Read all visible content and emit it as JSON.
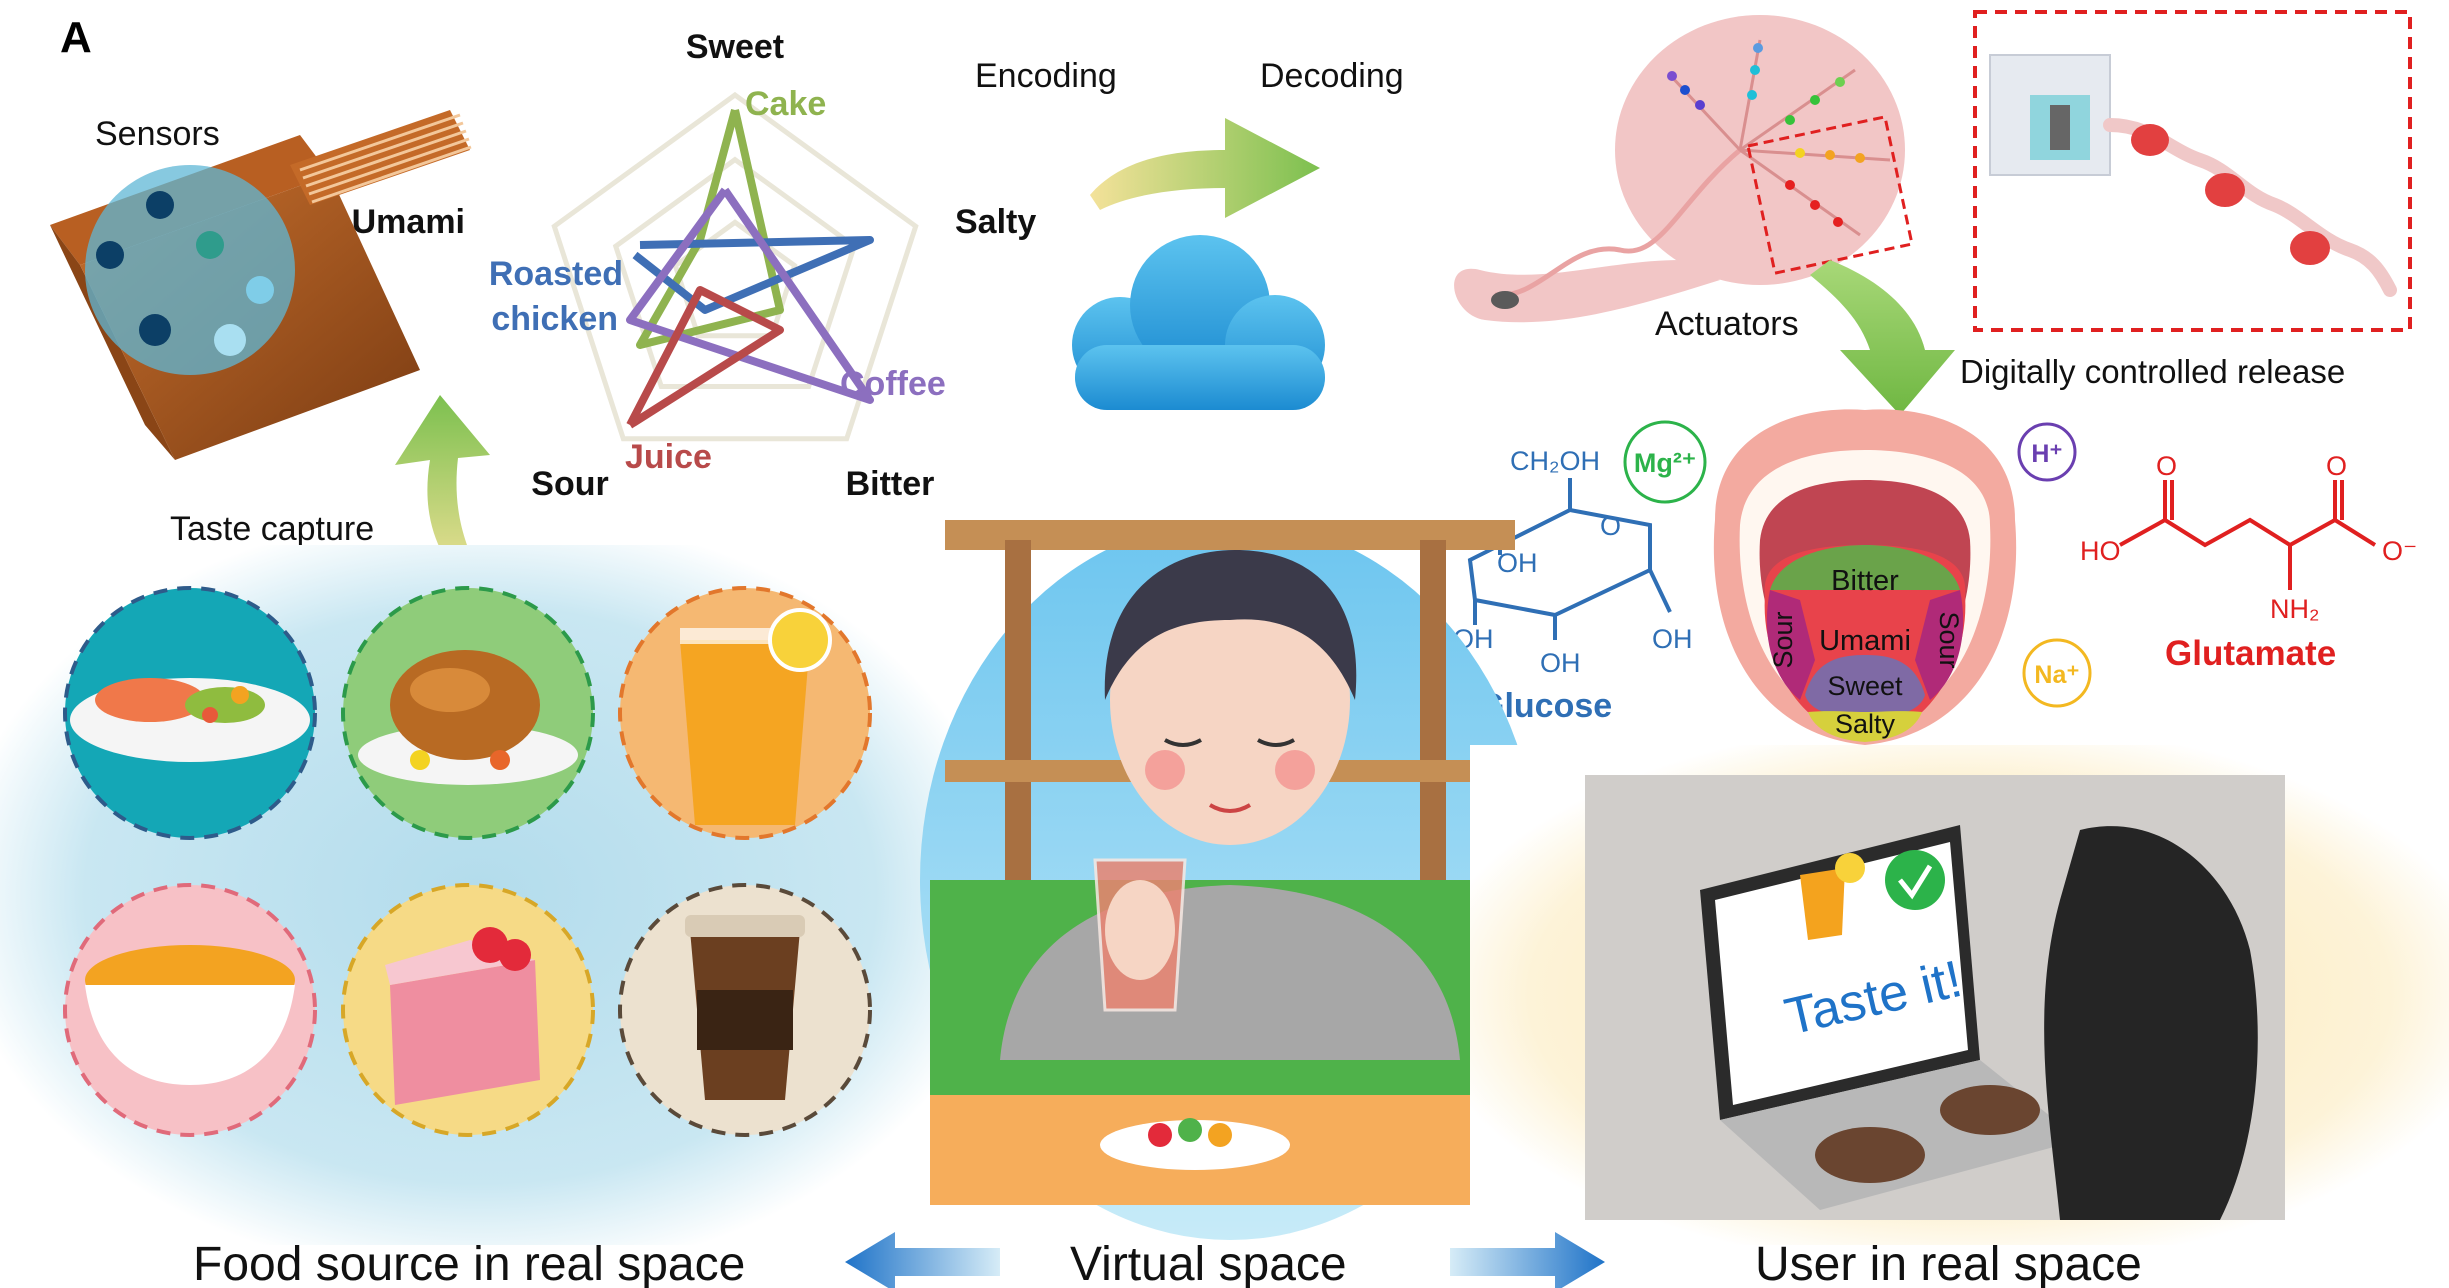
{
  "panel_label": "A",
  "sensors_label": "Sensors",
  "taste_capture_label": "Taste capture",
  "encoding_label": "Encoding",
  "decoding_label": "Decoding",
  "actuators_label": "Actuators",
  "release_label": "Digitally controlled release",
  "radar": {
    "axes": [
      "Sweet",
      "Salty",
      "Bitter",
      "Sour",
      "Umami"
    ],
    "series": [
      {
        "name": "Cake",
        "color": "#8fb34f"
      },
      {
        "name": "Roasted chicken",
        "color": "#3f6fb5"
      },
      {
        "name": "Coffee",
        "color": "#8c6fbf"
      },
      {
        "name": "Juice",
        "color": "#b84a4a"
      }
    ]
  },
  "tongue": {
    "bitter": "Bitter",
    "sour_left": "Sour",
    "sour_right": "Sour",
    "umami": "Umami",
    "sweet": "Sweet",
    "salty": "Salty"
  },
  "molecules": {
    "glucose_label": "Glucose",
    "glucose_ch2oh": "CH₂OH",
    "glucose_oh1": "OH",
    "glucose_oh2": "OH",
    "glucose_oh3": "OH",
    "glucose_oh4": "OH",
    "glucose_o": "O",
    "glutamate_label": "Glutamate",
    "glutamate_ho": "HO",
    "glutamate_o1": "O",
    "glutamate_o2": "O",
    "glutamate_om": "O⁻",
    "glutamate_nh2": "NH₂",
    "ions": {
      "mg": "Mg²⁺",
      "h": "H⁺",
      "na": "Na⁺"
    }
  },
  "laptop": {
    "screen_text": "Taste it!"
  },
  "foods": [
    "salmon-plate",
    "roasted-chicken",
    "orange-juice",
    "soup-bowl",
    "cake-slice",
    "coffee-cup"
  ],
  "bottom": {
    "left": "Food source in real space",
    "center": "Virtual space",
    "right": "User in real space"
  },
  "colors": {
    "arrow_green": "#7cc04f",
    "arrow_blue": "#2e7fd0",
    "blue_panel": "#bfe2ee",
    "cream_panel": "#fdf1cf",
    "glucose": "#2f6fb5",
    "glutamate": "#e02020"
  }
}
